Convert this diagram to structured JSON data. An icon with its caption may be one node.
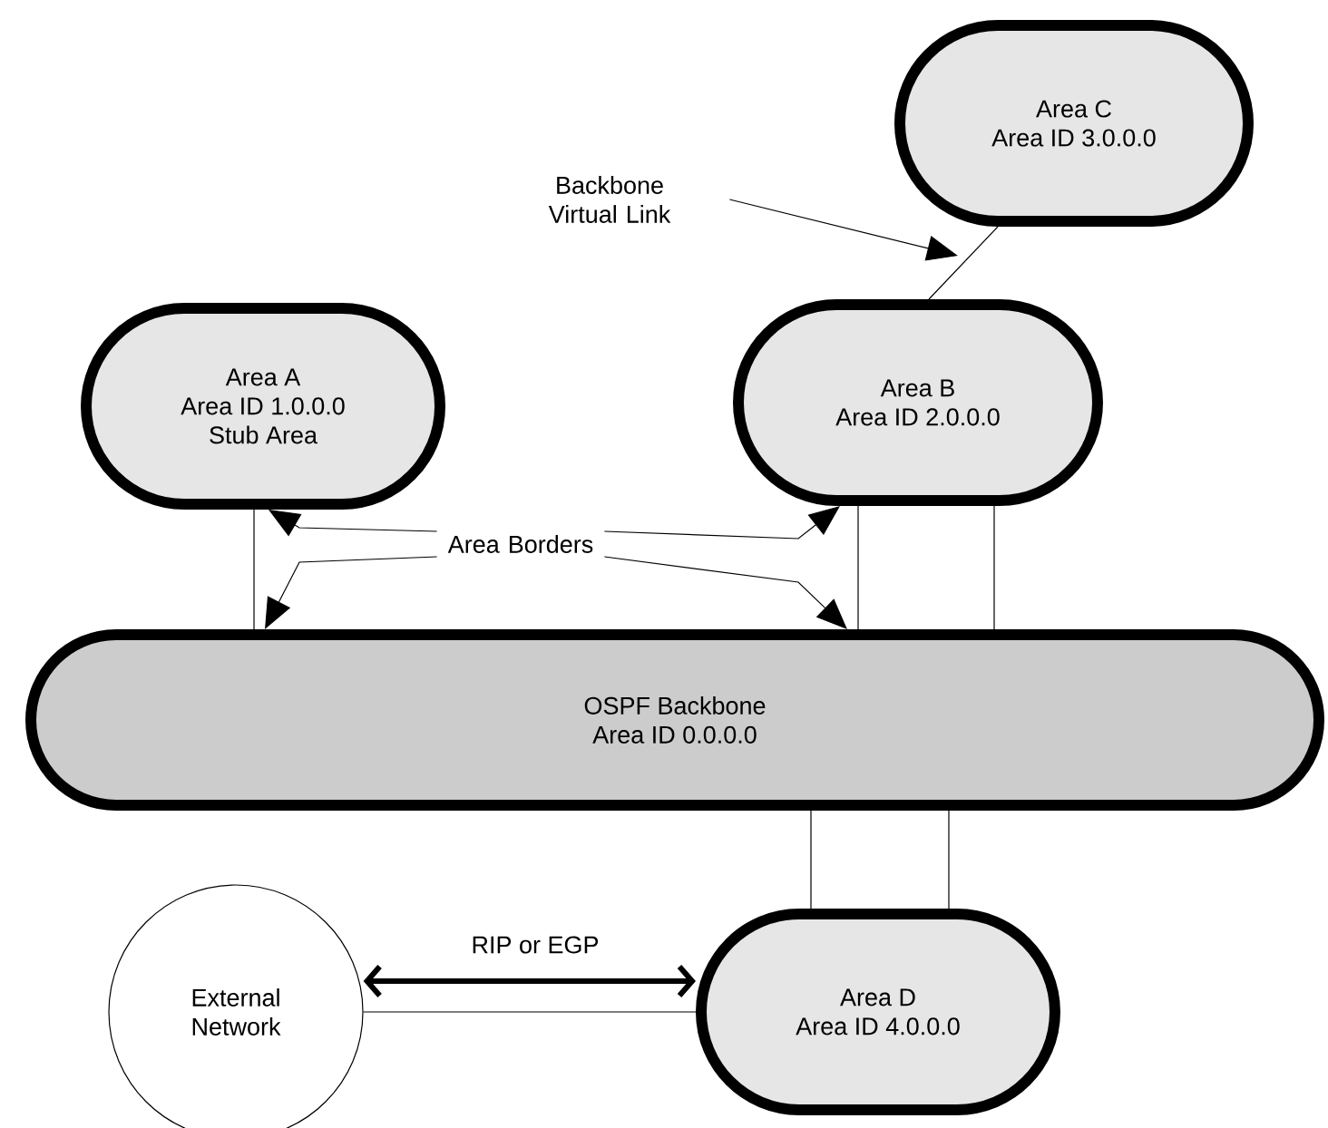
{
  "diagram": {
    "nodes": [
      {
        "text": [
          "Area C",
          "Area ID 3.0.0.0"
        ]
      },
      {
        "text": [
          "Backbone Virtual Link"
        ]
      },
      {
        "text": [
          "Area A",
          "Area ID 1.0.0.0",
          "Stub Area"
        ]
      },
      {
        "text": [
          "Area B",
          "Area ID 2.0.0.0"
        ]
      },
      {
        "text": [
          "Area Borders"
        ]
      },
      {
        "text": [
          "OSPF Backbone",
          "Area ID 0.0.0.0"
        ]
      },
      {
        "text": [
          "External Network"
        ]
      },
      {
        "text": [
          "Area D",
          "Area ID 4.0.0.0"
        ]
      }
    ],
    "edges": [
      {
        "from": 0,
        "to": 3,
        "arrow": "none"
      },
      {
        "from": 1,
        "to": null,
        "arrow": "to"
      },
      {
        "from": 4,
        "to": 2,
        "arrow": "to"
      },
      {
        "from": 4,
        "to": 5,
        "arrow": "to"
      },
      {
        "from": 4,
        "to": 3,
        "arrow": "to"
      },
      {
        "from": 4,
        "to": 5,
        "arrow": "to"
      },
      {
        "from": 2,
        "to": 5,
        "arrow": "none"
      },
      {
        "from": 3,
        "to": 5,
        "arrow": "none"
      },
      {
        "from": 3,
        "to": 5,
        "arrow": "none"
      },
      {
        "from": 5,
        "to": 7,
        "arrow": "none"
      },
      {
        "from": 5,
        "to": 7,
        "arrow": "none"
      },
      {
        "from": 6,
        "to": 7,
        "arrow": "none"
      },
      {
        "from": 6,
        "to": 7,
        "arrow": "both",
        "label": "RIP or EGP",
        "style": "thick"
      }
    ]
  }
}
